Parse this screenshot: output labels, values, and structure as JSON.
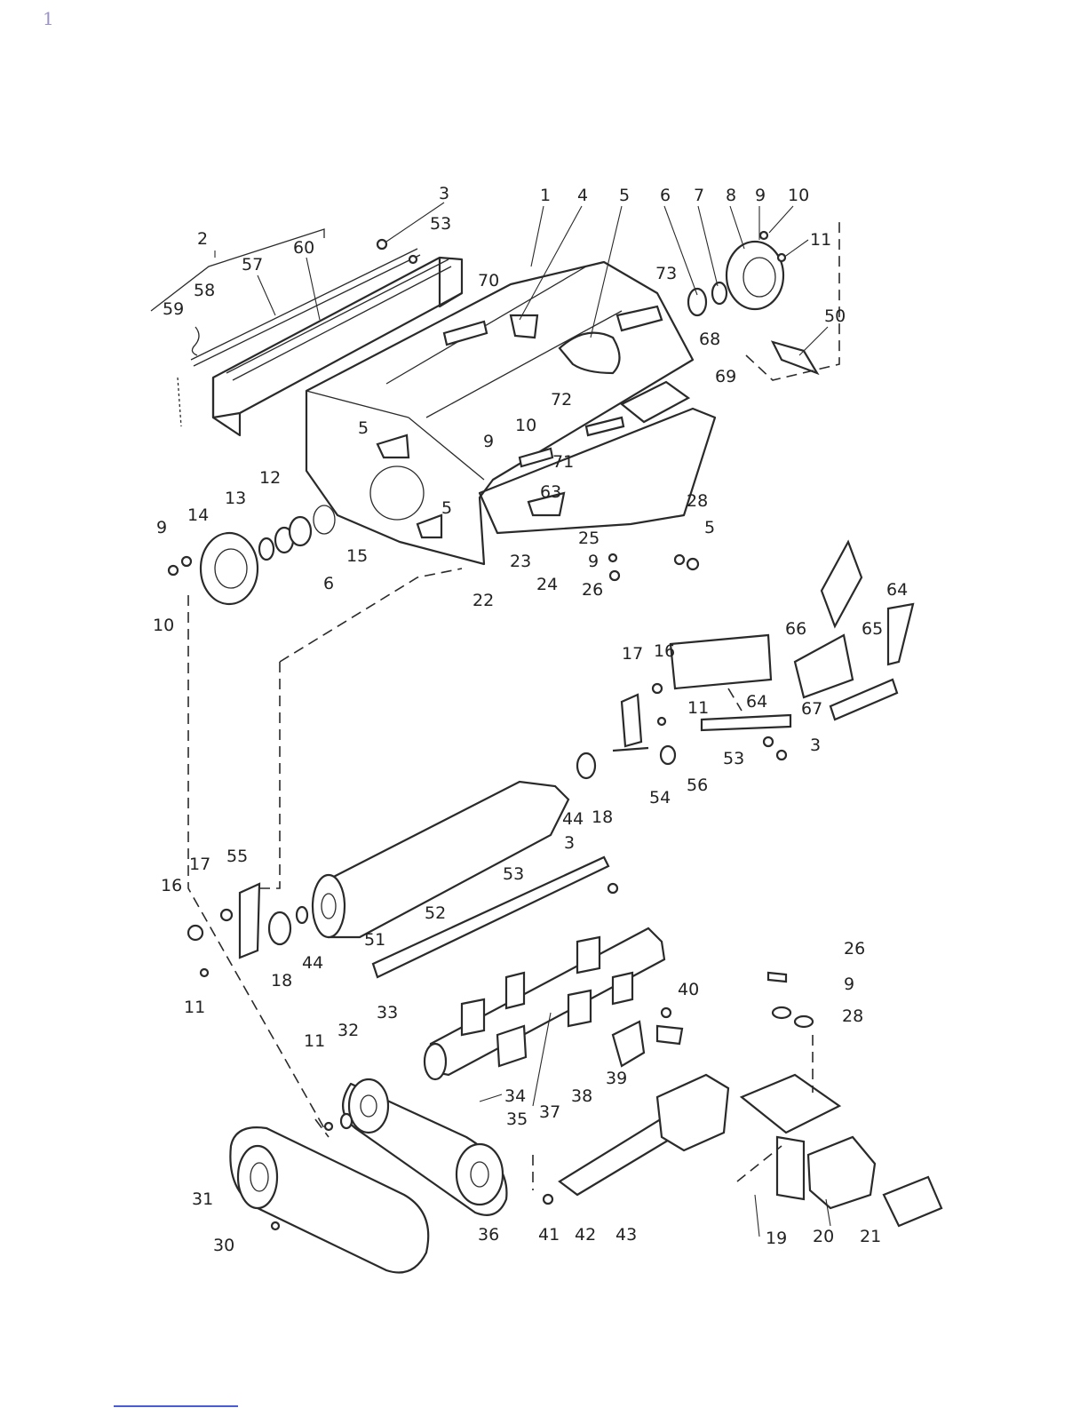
{
  "page_mark": "1",
  "callouts": [
    "1",
    "2",
    "3",
    "4",
    "5",
    "6",
    "7",
    "8",
    "9",
    "10",
    "11",
    "12",
    "13",
    "14",
    "15",
    "16",
    "17",
    "18",
    "19",
    "20",
    "21",
    "22",
    "23",
    "24",
    "25",
    "26",
    "28",
    "30",
    "31",
    "32",
    "33",
    "34",
    "35",
    "36",
    "37",
    "38",
    "39",
    "40",
    "41",
    "42",
    "43",
    "44",
    "50",
    "51",
    "52",
    "53",
    "54",
    "55",
    "56",
    "57",
    "58",
    "59",
    "60",
    "63",
    "64",
    "65",
    "66",
    "67",
    "68",
    "69",
    "70",
    "71",
    "72",
    "73"
  ]
}
